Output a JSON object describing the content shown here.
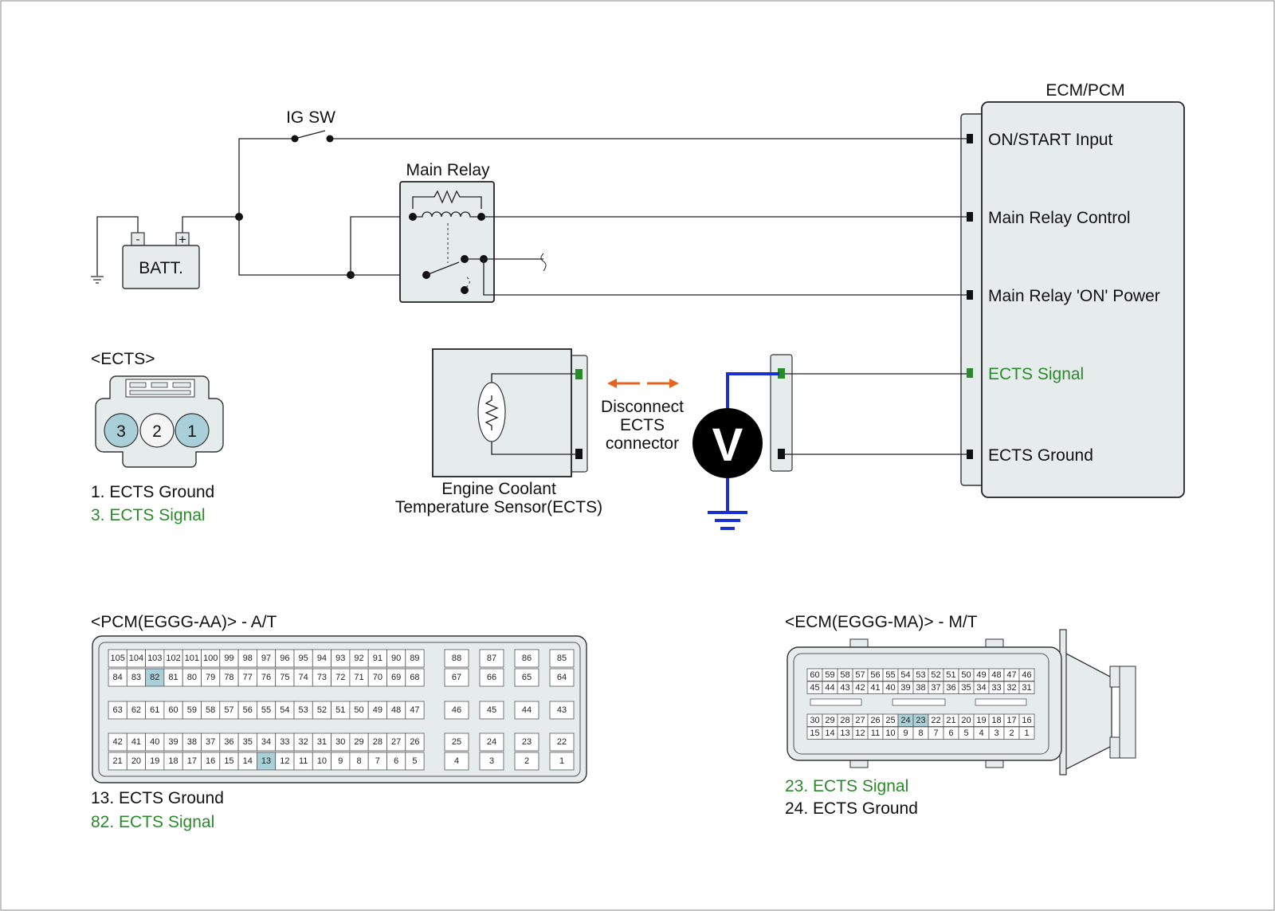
{
  "ecm": {
    "title": "ECM/PCM",
    "pins": [
      {
        "label": "ON/START Input",
        "color": "#111111"
      },
      {
        "label": "Main Relay Control",
        "color": "#111111"
      },
      {
        "label": "Main Relay 'ON' Power",
        "color": "#111111"
      },
      {
        "label": "ECTS Signal",
        "color": "#2a8a2a"
      },
      {
        "label": "ECTS Ground",
        "color": "#111111"
      }
    ]
  },
  "ig_sw_label": "IG SW",
  "main_relay_label": "Main Relay",
  "battery": {
    "label": "BATT.",
    "neg": "-",
    "pos": "+"
  },
  "ects_connector": {
    "title": "<ECTS>",
    "pins": [
      "3",
      "2",
      "1"
    ],
    "legend": [
      {
        "text": "1. ECTS Ground",
        "color": "#111111"
      },
      {
        "text": "3. ECTS Signal",
        "color": "#2a8a2a"
      }
    ]
  },
  "sensor": {
    "line1": "Engine Coolant",
    "line2": "Temperature Sensor(ECTS)"
  },
  "disconnect": {
    "line1": "Disconnect",
    "line2": "ECTS",
    "line3": "connector"
  },
  "voltmeter_label": "V",
  "pcm": {
    "title": "<PCM(EGGG-AA)> - A/T",
    "highlight": [
      "82",
      "13"
    ],
    "row1": [
      "105",
      "104",
      "103",
      "102",
      "101",
      "100",
      "99",
      "98",
      "97",
      "96",
      "95",
      "94",
      "93",
      "92",
      "91",
      "90",
      "89"
    ],
    "row2": [
      "84",
      "83",
      "82",
      "81",
      "80",
      "79",
      "78",
      "77",
      "76",
      "75",
      "74",
      "73",
      "72",
      "71",
      "70",
      "69",
      "68"
    ],
    "row3": [
      "63",
      "62",
      "61",
      "60",
      "59",
      "58",
      "57",
      "56",
      "55",
      "54",
      "53",
      "52",
      "51",
      "50",
      "49",
      "48",
      "47"
    ],
    "row4": [
      "42",
      "41",
      "40",
      "39",
      "38",
      "37",
      "36",
      "35",
      "34",
      "33",
      "32",
      "31",
      "30",
      "29",
      "28",
      "27",
      "26"
    ],
    "row5": [
      "21",
      "20",
      "19",
      "18",
      "17",
      "16",
      "15",
      "14",
      "13",
      "12",
      "11",
      "10",
      "9",
      "8",
      "7",
      "6",
      "5"
    ],
    "side1": [
      "88",
      "87",
      "86",
      "85"
    ],
    "side2": [
      "67",
      "66",
      "65",
      "64"
    ],
    "side3": [
      "46",
      "45",
      "44",
      "43"
    ],
    "side4": [
      "25",
      "24",
      "23",
      "22"
    ],
    "side5": [
      "4",
      "3",
      "2",
      "1"
    ],
    "legend": [
      {
        "text": "13. ECTS Ground",
        "color": "#111111"
      },
      {
        "text": "82. ECTS Signal",
        "color": "#2a8a2a"
      }
    ]
  },
  "ecm_mt": {
    "title": "<ECM(EGGG-MA)> - M/T",
    "highlight": [
      "24",
      "23"
    ],
    "row1": [
      "60",
      "59",
      "58",
      "57",
      "56",
      "55",
      "54",
      "53",
      "52",
      "51",
      "50",
      "49",
      "48",
      "47",
      "46"
    ],
    "row2": [
      "45",
      "44",
      "43",
      "42",
      "41",
      "40",
      "39",
      "38",
      "37",
      "36",
      "35",
      "34",
      "33",
      "32",
      "31"
    ],
    "row3": [
      "30",
      "29",
      "28",
      "27",
      "26",
      "25",
      "24",
      "23",
      "22",
      "21",
      "20",
      "19",
      "18",
      "17",
      "16"
    ],
    "row4": [
      "15",
      "14",
      "13",
      "12",
      "11",
      "10",
      "9",
      "8",
      "7",
      "6",
      "5",
      "4",
      "3",
      "2",
      "1"
    ],
    "legend": [
      {
        "text": "23. ECTS Signal",
        "color": "#2a8a2a"
      },
      {
        "text": "24. ECTS Ground",
        "color": "#111111"
      }
    ]
  },
  "colors": {
    "panel": "#e6ecec",
    "highlight_pin": "#a9cfd9",
    "signal_green": "#2a8a2a",
    "probe_blue": "#1a2fd0",
    "arrow_orange": "#e8641e"
  }
}
